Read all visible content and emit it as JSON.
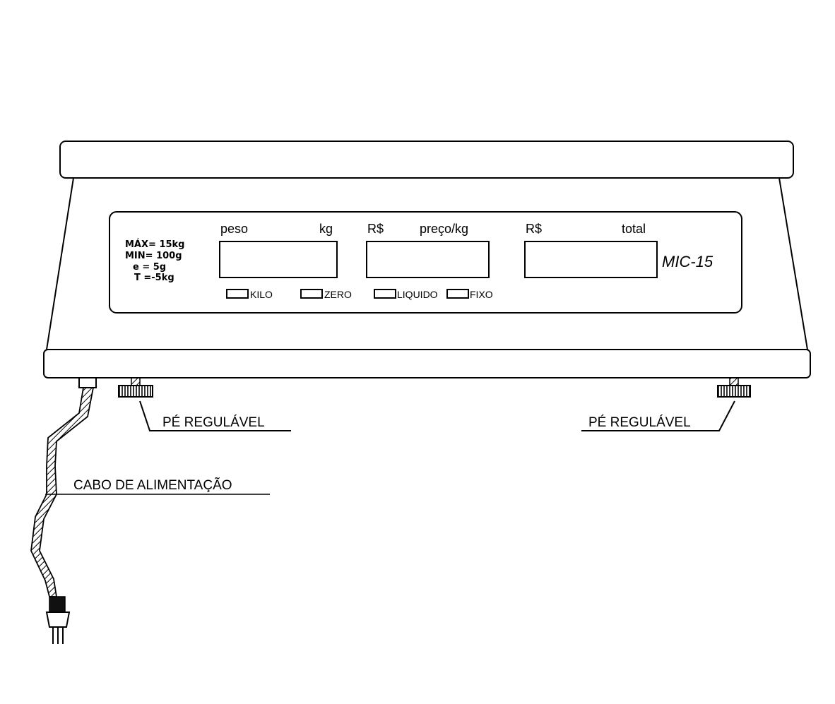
{
  "panel": {
    "specs": {
      "max": "MÁX= 15kg",
      "min": "MIN= 100g",
      "e": "e = 5g",
      "t": "T =-5kg"
    },
    "displays": {
      "peso_label": "peso",
      "peso_unit": "kg",
      "preco_currency": "R$",
      "preco_label": "preço/kg",
      "total_currency": "R$",
      "total_label": "total"
    },
    "indicators": {
      "kilo": "KILO",
      "zero": "ZERO",
      "liquido": "LIQUIDO",
      "fixo": "FIXO"
    },
    "model": "MIC-15"
  },
  "callouts": {
    "foot_left": "PÉ REGULÁVEL",
    "foot_right": "PÉ REGULÁVEL",
    "cable": "CABO DE ALIMENTAÇÃO"
  }
}
